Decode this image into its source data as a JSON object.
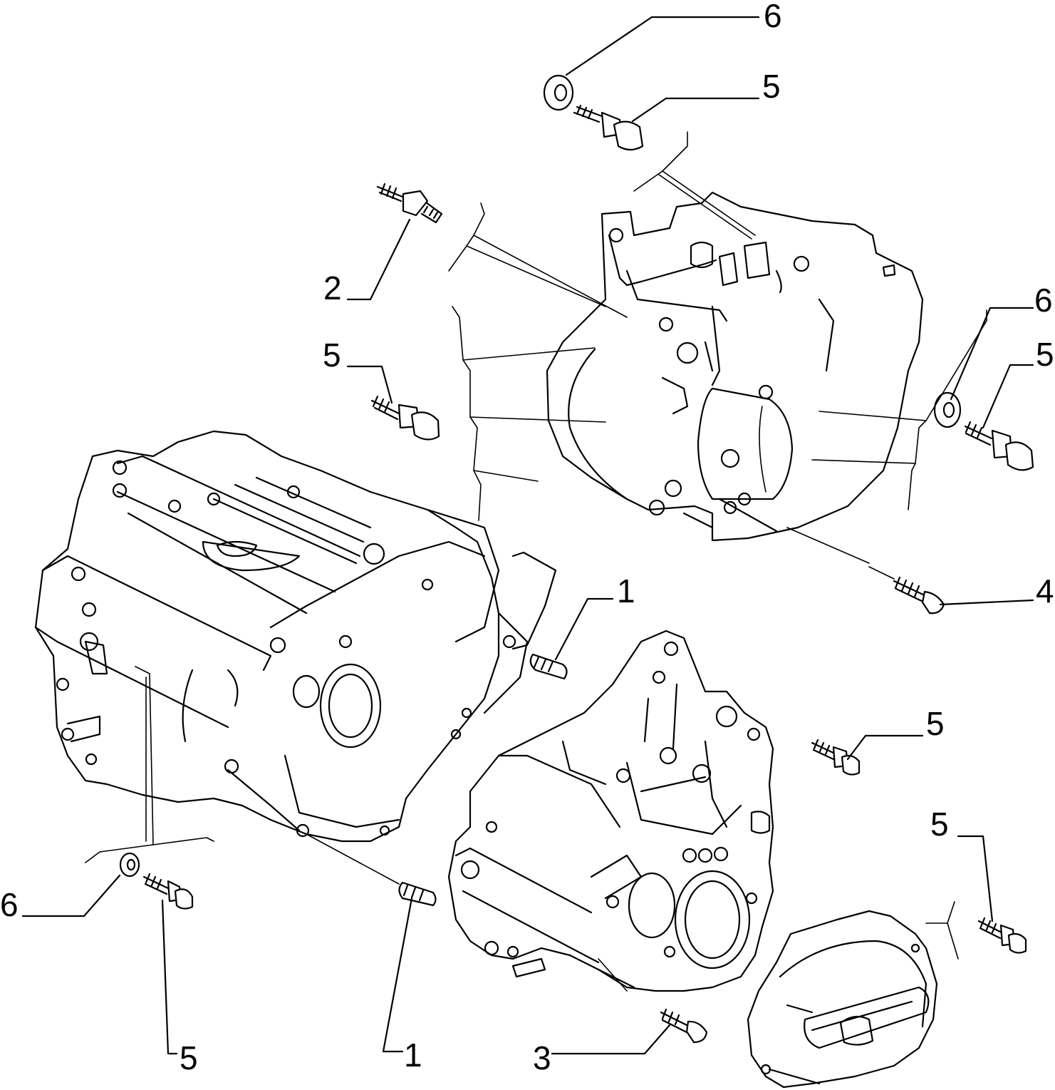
{
  "callouts": {
    "c1a": "1",
    "c1b": "1",
    "c2": "2",
    "c3": "3",
    "c4": "4",
    "c5a": "5",
    "c5b": "5",
    "c5c": "5",
    "c5d": "5",
    "c5e": "5",
    "c5f": "5",
    "c6a": "6",
    "c6b": "6",
    "c6c": "6"
  },
  "colors": {
    "line": "#000000",
    "background": "#ffffff"
  }
}
